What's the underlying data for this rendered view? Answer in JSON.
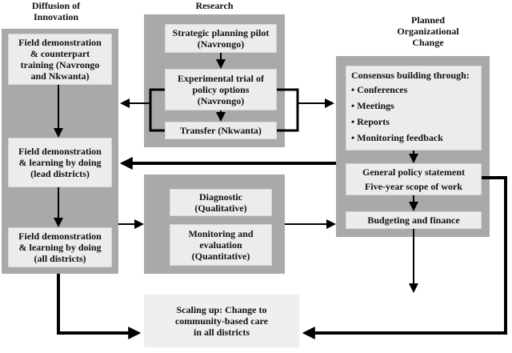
{
  "headers": {
    "diffusion": [
      "Diffusion of",
      "Innovation"
    ],
    "research": [
      "Research"
    ],
    "planned": [
      "Planned",
      "Organizational",
      "Change"
    ]
  },
  "left_column": {
    "box1": [
      "Field demonstration",
      "& counterpart",
      "training (Navrongo",
      "and Nkwanta)"
    ],
    "box2": [
      "Field demonstration",
      "& learning by doing",
      "(lead districts)"
    ],
    "box3": [
      "Field demonstration",
      "& learning by doing",
      "(all districts)"
    ]
  },
  "research_column": {
    "box1": [
      "Strategic planning pilot",
      "(Navrongo)"
    ],
    "box2": [
      "Experimental trial of",
      "policy options",
      "(Navrongo)"
    ],
    "box3": [
      "Transfer (Nkwanta)"
    ]
  },
  "middle_panel": {
    "box1": [
      "Diagnostic",
      "(Qualitative)"
    ],
    "box2": [
      "Monitoring and",
      "evaluation",
      "(Quantitative)"
    ]
  },
  "right_column": {
    "consensus_title": "Consensus building through:",
    "consensus_items": [
      "Conferences",
      "Meetings",
      "Reports",
      "Monitoring feedback"
    ],
    "bullet": "•",
    "policy": [
      "General policy statement",
      "Five-year scope of work"
    ],
    "budget": [
      "Budgeting and finance"
    ]
  },
  "bottom": {
    "scaling": [
      "Scaling up: Change to",
      "community-based care",
      "in all districts"
    ]
  },
  "colors": {
    "panel": "#a9a9a9",
    "box": "#ececec",
    "arrow": "#000000"
  }
}
